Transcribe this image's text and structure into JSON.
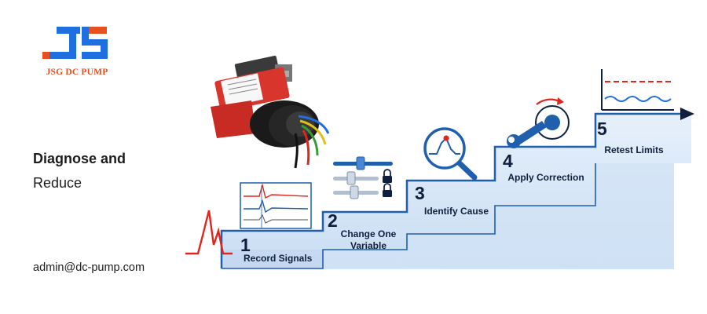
{
  "brand": {
    "name": "JSG DC PUMP",
    "colors": {
      "orange": "#e8501e",
      "blue": "#1f6fe0"
    }
  },
  "heading": {
    "line1": "Diagnose and",
    "line2": "Reduce"
  },
  "contact": {
    "email": "admin@dc-pump.com"
  },
  "steps": [
    {
      "number": "1",
      "label_line1": "Record Signals",
      "label_line2": "",
      "icon": "signal-chart-icon"
    },
    {
      "number": "2",
      "label_line1": "Change One",
      "label_line2": "Variable",
      "icon": "slider-lock-icon"
    },
    {
      "number": "3",
      "label_line1": "Identify Cause",
      "label_line2": "",
      "icon": "magnifier-waveform-icon"
    },
    {
      "number": "4",
      "label_line1": "Apply Correction",
      "label_line2": "",
      "icon": "wrench-dial-icon"
    },
    {
      "number": "5",
      "label_line1": "Retest Limits",
      "label_line2": "",
      "icon": "limit-chart-icon"
    }
  ],
  "colors": {
    "stair_fill": "#dceaf8",
    "stair_edge": "#1f5fae",
    "navy": "#0f1f3d",
    "signal_red": "#e0261c",
    "pump_red": "#d8352c"
  }
}
